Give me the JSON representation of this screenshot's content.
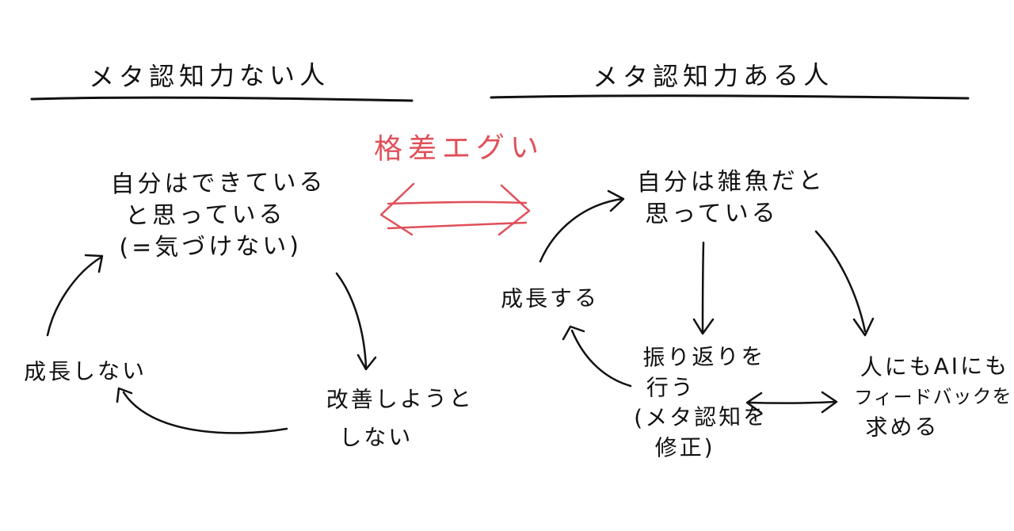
{
  "colors": {
    "ink": "#111111",
    "accent_red": "#e0505a",
    "background": "#ffffff"
  },
  "left_column": {
    "heading": "メタ認知力ない人",
    "node_top": [
      "自分はできている",
      "と思っている",
      "(=気づけない)"
    ],
    "node_right": [
      "改善しようと",
      "しない"
    ],
    "node_left": "成長しない"
  },
  "center": {
    "gap_label": "格差エグい"
  },
  "right_column": {
    "heading": "メタ認知力ある人",
    "node_top": [
      "自分は雑魚だと",
      "思っている"
    ],
    "node_bottom": [
      "振り返りを",
      "行う",
      "(メタ認知を",
      "修正)"
    ],
    "node_left": "成長する",
    "node_right": [
      "人にもAIにも",
      "フィードバックを",
      "求める"
    ]
  }
}
